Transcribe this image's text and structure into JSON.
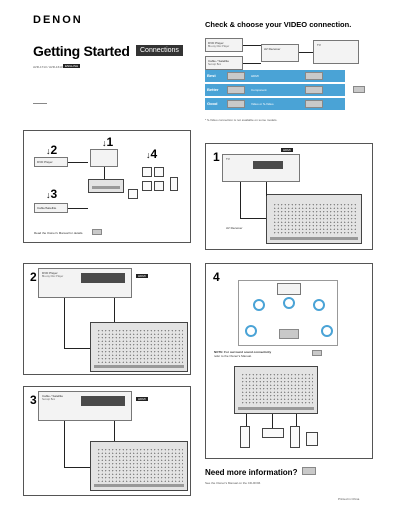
{
  "header": {
    "brand": "DENON",
    "title": "Getting Started",
    "title_tag": "Connections",
    "meta_line": "AVR-1713 / AVR-1613",
    "meta_tag": "ENGLISH"
  },
  "check_panel": {
    "title": "Check & choose your VIDEO connection.",
    "dvd_label": "DVD Player",
    "dvd_sub": "Blu-ray Disc Player",
    "cable_label": "Cable / Satellite",
    "cable_sub": "Set-top Box",
    "receiver_label": "AV Receiver",
    "tv_label": "TV",
    "rows": [
      {
        "grade": "Best",
        "type": "HDMI"
      },
      {
        "grade": "Better",
        "type": "Component"
      },
      {
        "grade": "Good",
        "type": "Video or S-Video"
      }
    ],
    "footnote": "* S-Video connection is not available on some models."
  },
  "overview": {
    "steps": [
      "1",
      "2",
      "3",
      "4"
    ],
    "dvd_label": "DVD Player",
    "cable_label": "Cable/Satellite",
    "note": "Read the Owner's Manual for details."
  },
  "step1": {
    "num": "1",
    "tv_label": "TV",
    "receiver_label": "AV Receiver",
    "tag": "HDMI"
  },
  "step2": {
    "num": "2",
    "device_label": "DVD Player",
    "device_sub": "Blu-ray Disc Player",
    "tag": "HDMI"
  },
  "step3": {
    "num": "3",
    "device_label": "Cable / Satellite",
    "device_sub": "Set-top Box",
    "tag": "HDMI"
  },
  "step4": {
    "num": "4",
    "note_title": "NOTE: For surround sound connectivity",
    "note_body": "refer to the Owner's Manual."
  },
  "footer": {
    "help": "Need more information?",
    "help_sub": "See the Owner's Manual on the CD-ROM.",
    "page": "Printed in China"
  }
}
